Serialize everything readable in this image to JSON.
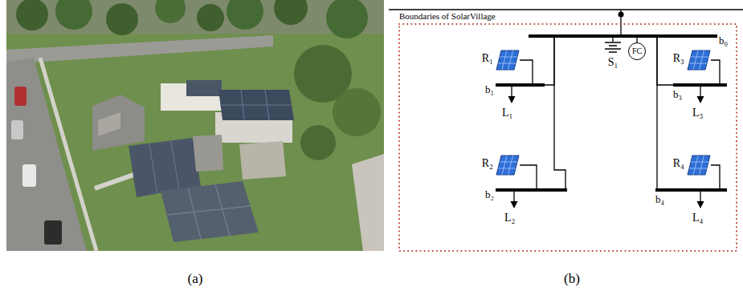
{
  "diagram": {
    "nodes": [
      {
        "text": [
          "b₀"
        ]
      },
      {
        "text": [
          "S₁"
        ]
      },
      {
        "text": [
          "FC"
        ]
      },
      {
        "text": [
          "R₁"
        ]
      },
      {
        "text": [
          "b₁"
        ]
      },
      {
        "text": [
          "R₃"
        ]
      },
      {
        "text": [
          "b₃"
        ]
      },
      {
        "text": [
          "R₂"
        ]
      },
      {
        "text": [
          "b₂"
        ]
      },
      {
        "text": [
          "R₄"
        ]
      },
      {
        "text": [
          "b₄"
        ]
      }
    ],
    "edges": [
      {
        "from": 0,
        "to": 4,
        "arrow": "none"
      },
      {
        "from": 0,
        "to": 8,
        "arrow": "none"
      },
      {
        "from": 0,
        "to": 6,
        "arrow": "none"
      },
      {
        "from": 0,
        "to": 10,
        "arrow": "none"
      },
      {
        "from": 3,
        "to": 4,
        "arrow": "none"
      },
      {
        "from": 5,
        "to": 6,
        "arrow": "none"
      },
      {
        "from": 7,
        "to": 8,
        "arrow": "none"
      },
      {
        "from": 9,
        "to": 10,
        "arrow": "none"
      },
      {
        "from": 1,
        "to": 0,
        "arrow": "none"
      },
      {
        "from": 2,
        "to": 0,
        "arrow": "none"
      }
    ],
    "labels": [
      "Boundaries of SolarVillage",
      "L₁",
      "L₂",
      "L₃",
      "L₄",
      "(a)",
      "(b)"
    ]
  }
}
